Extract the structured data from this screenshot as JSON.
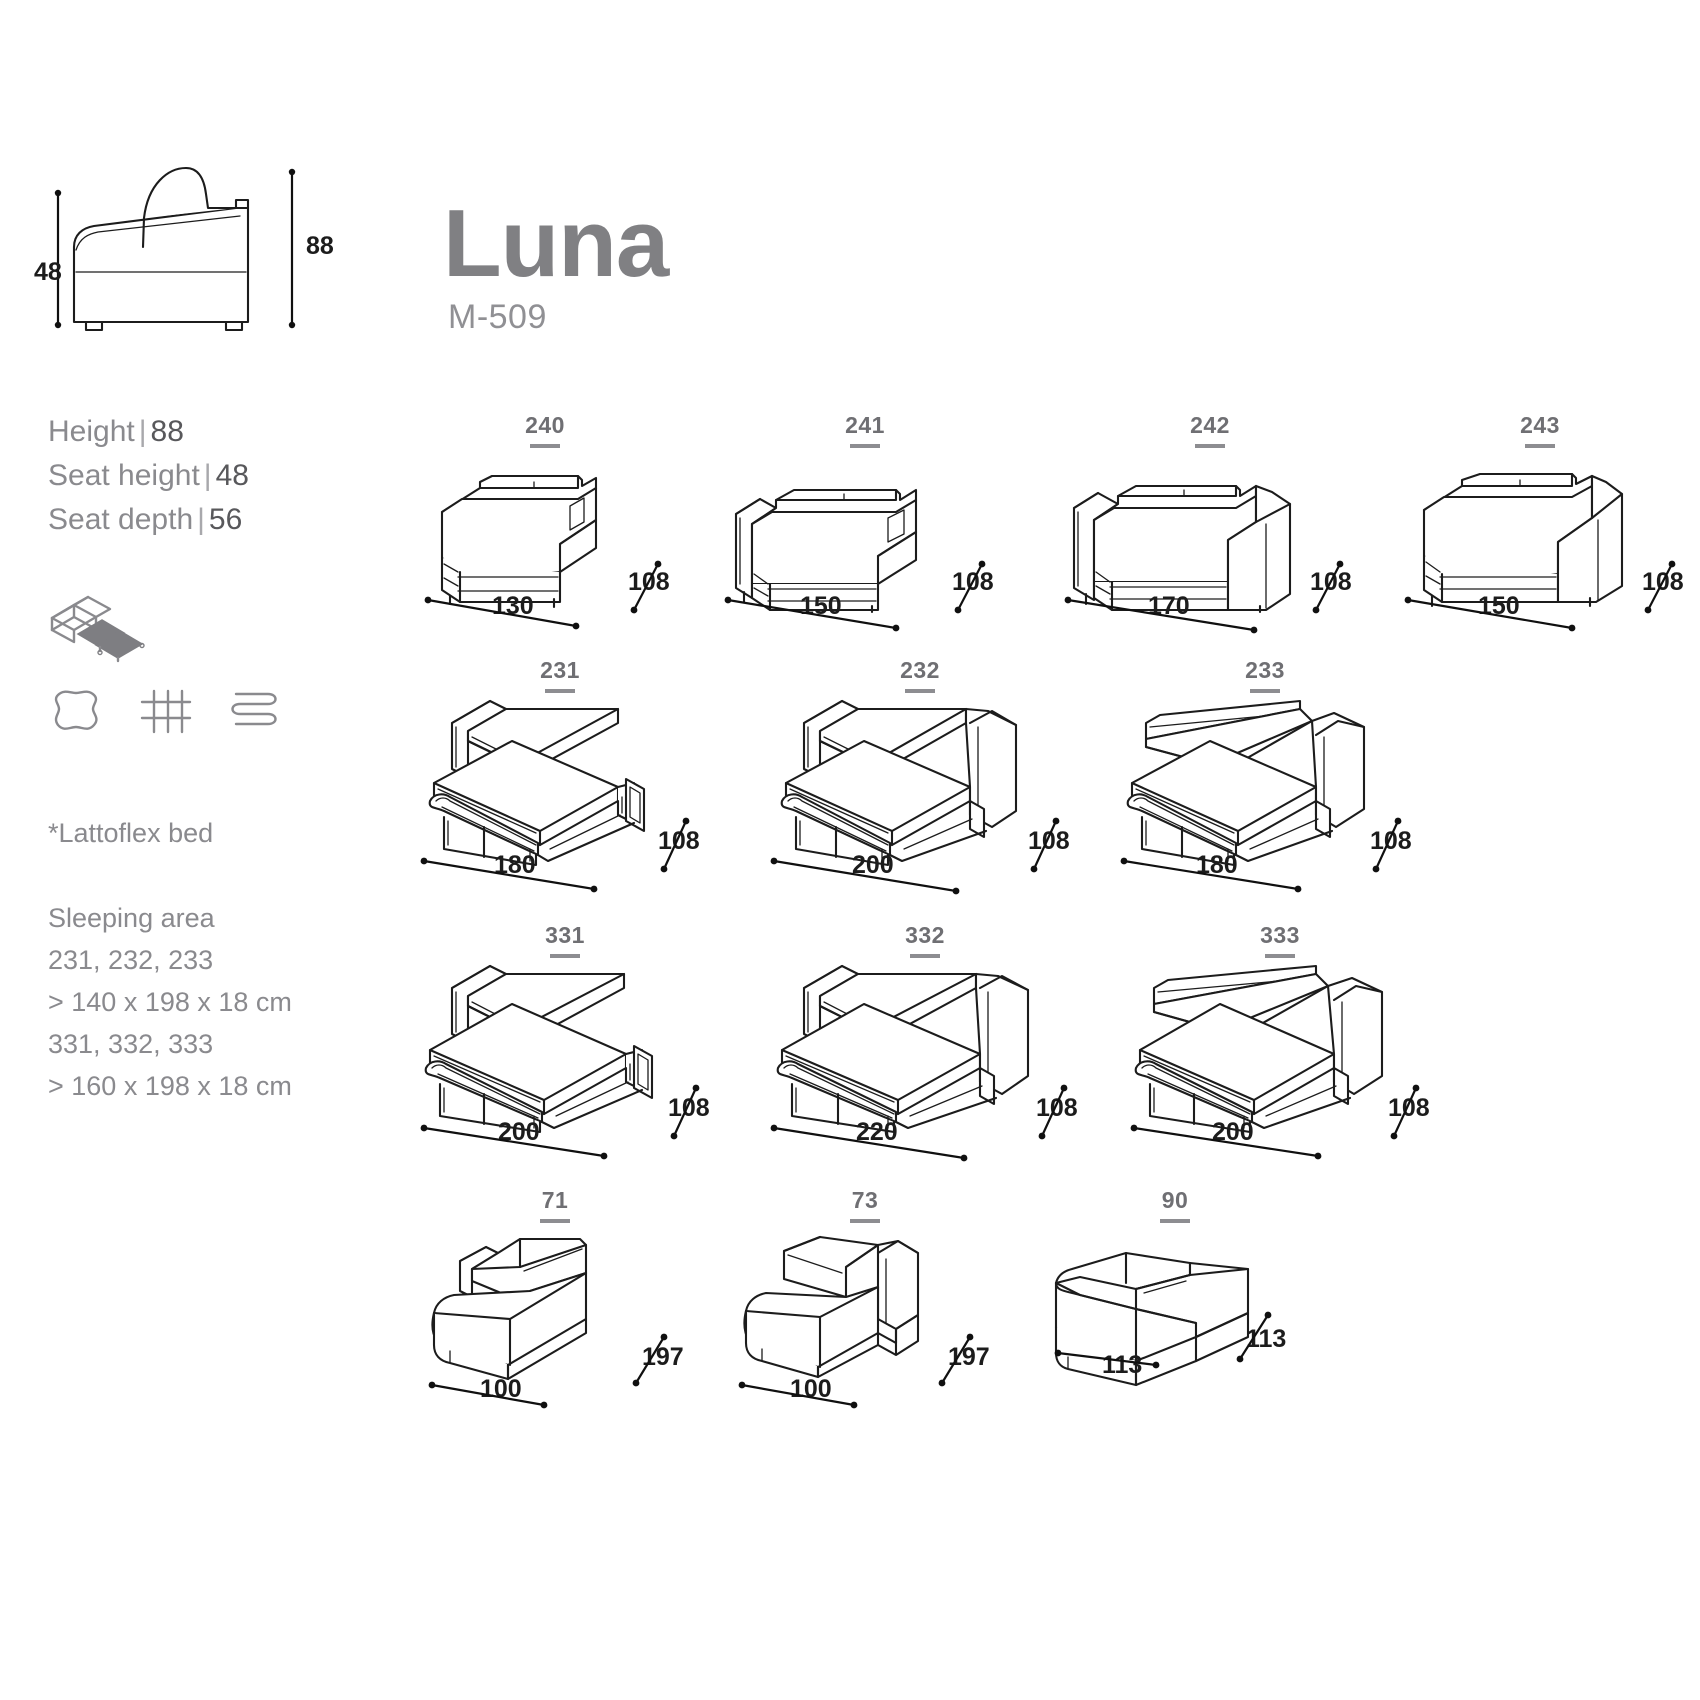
{
  "product": {
    "title": "Luna",
    "code": "M-509"
  },
  "header_diagram": {
    "name": "side-elevation",
    "height_dim": "88",
    "seat_height_dim": "48"
  },
  "specs": [
    {
      "label": "Height",
      "separator": "|",
      "value": "88"
    },
    {
      "label": "Seat height",
      "separator": "|",
      "value": "48"
    },
    {
      "label": "Seat depth",
      "separator": "|",
      "value": "56"
    }
  ],
  "icons": {
    "sofa_bed": "sofa-bed-icon",
    "materials": [
      "leather-hide-icon",
      "fabric-grid-icon",
      "spring-coil-icon"
    ]
  },
  "notes": {
    "lattoflex": "*Lattoflex bed"
  },
  "sleeping_area": {
    "heading": "Sleeping area",
    "lines": [
      "231, 232, 233",
      "> 140 x 198 x 18 cm",
      "331, 332, 333",
      "> 160 x 198 x 18 cm"
    ]
  },
  "colors": {
    "title": "#808083",
    "code": "#909094",
    "body_text": "#8a8a8e",
    "value_text": "#58585b",
    "line": "#1c1c1c",
    "label": "#6f6f73"
  },
  "diagram_rows": [
    {
      "row": "modules-open",
      "items": [
        {
          "code": "240",
          "width": "130",
          "depth": "108",
          "art": "module-240"
        },
        {
          "code": "241",
          "width": "150",
          "depth": "108",
          "art": "module-241"
        },
        {
          "code": "242",
          "width": "170",
          "depth": "108",
          "art": "module-242"
        },
        {
          "code": "243",
          "width": "150",
          "depth": "108",
          "art": "module-243"
        }
      ]
    },
    {
      "row": "beds-140",
      "items": [
        {
          "code": "231",
          "width": "180",
          "depth": "108",
          "art": "bed-231"
        },
        {
          "code": "232",
          "width": "200",
          "depth": "108",
          "art": "bed-232"
        },
        {
          "code": "233",
          "width": "180",
          "depth": "108",
          "art": "bed-233"
        }
      ]
    },
    {
      "row": "beds-160",
      "items": [
        {
          "code": "331",
          "width": "200",
          "depth": "108",
          "art": "bed-331"
        },
        {
          "code": "332",
          "width": "220",
          "depth": "108",
          "art": "bed-332"
        },
        {
          "code": "333",
          "width": "200",
          "depth": "108",
          "art": "bed-333"
        }
      ]
    },
    {
      "row": "chaise-corner",
      "items": [
        {
          "code": "71",
          "width": "100",
          "depth": "197",
          "art": "chaise-71"
        },
        {
          "code": "73",
          "width": "100",
          "depth": "197",
          "art": "chaise-73"
        },
        {
          "code": "90",
          "width": "113",
          "depth": "113",
          "art": "corner-90"
        }
      ]
    }
  ]
}
